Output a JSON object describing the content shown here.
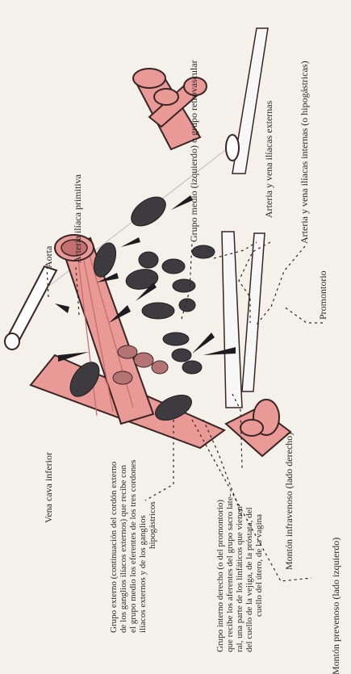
{
  "labels": {
    "aorta": "Aorta",
    "vena_cava_inferior": "Vena cava inferior",
    "arteria_iliaca_primitiva": "Arteria ilíaca primitiva",
    "grupo_medio": "Grupo medio (izquierdo) o grupo retrovascular",
    "arteria_vena_iliacas_externas": "Arteria y vena ilíacas externas",
    "arteria_vena_iliacas_internas": "Arteria y vena ilíacas internas (o hipogástricas)",
    "promontorio": "Promontorio",
    "grupo_externo": [
      "Grupo externo (continuación del cordón externo",
      "de los ganglios ilíacos externos) que recibe con",
      "el grupo medio los eferentes de los tres cordones",
      "ilíacos externos y de los ganglios",
      "hipogástricos"
    ],
    "grupo_interno": [
      "Grupo interno derecho (o del promontorio)",
      "que recibe los aferentes del grupo sacro late-",
      "ral, una parte de los linfáticos que vienen",
      "del cuello de la vejiga, de la próstata, del",
      "cuello del útero, de la vagina"
    ],
    "monton_infravenoso": "Montón infravenoso (lado derecho)",
    "monton_prevenoso": "Montón prevenoso (lado izquierdo)"
  },
  "colors": {
    "artery": "#e99a96",
    "artery_stroke": "#3a2424",
    "vein": "#ffffff",
    "node": "#3d3b40",
    "node_hatched": "#b47474",
    "ink": "#2a2622",
    "paper": "#f4f1ea"
  }
}
